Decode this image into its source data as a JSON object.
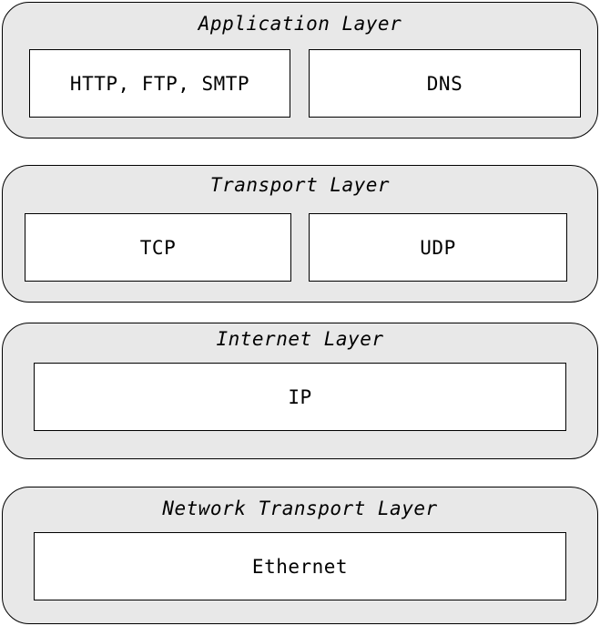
{
  "layers": [
    {
      "title": "Application Layer",
      "protocols": [
        "HTTP, FTP, SMTP",
        "DNS"
      ]
    },
    {
      "title": "Transport Layer",
      "protocols": [
        "TCP",
        "UDP"
      ]
    },
    {
      "title": "Internet Layer",
      "protocols": [
        "IP"
      ]
    },
    {
      "title": "Network Transport Layer",
      "protocols": [
        "Ethernet"
      ]
    }
  ],
  "colors": {
    "layer_fill": "#e8e8e8",
    "box_fill": "#ffffff",
    "stroke": "#000000"
  }
}
